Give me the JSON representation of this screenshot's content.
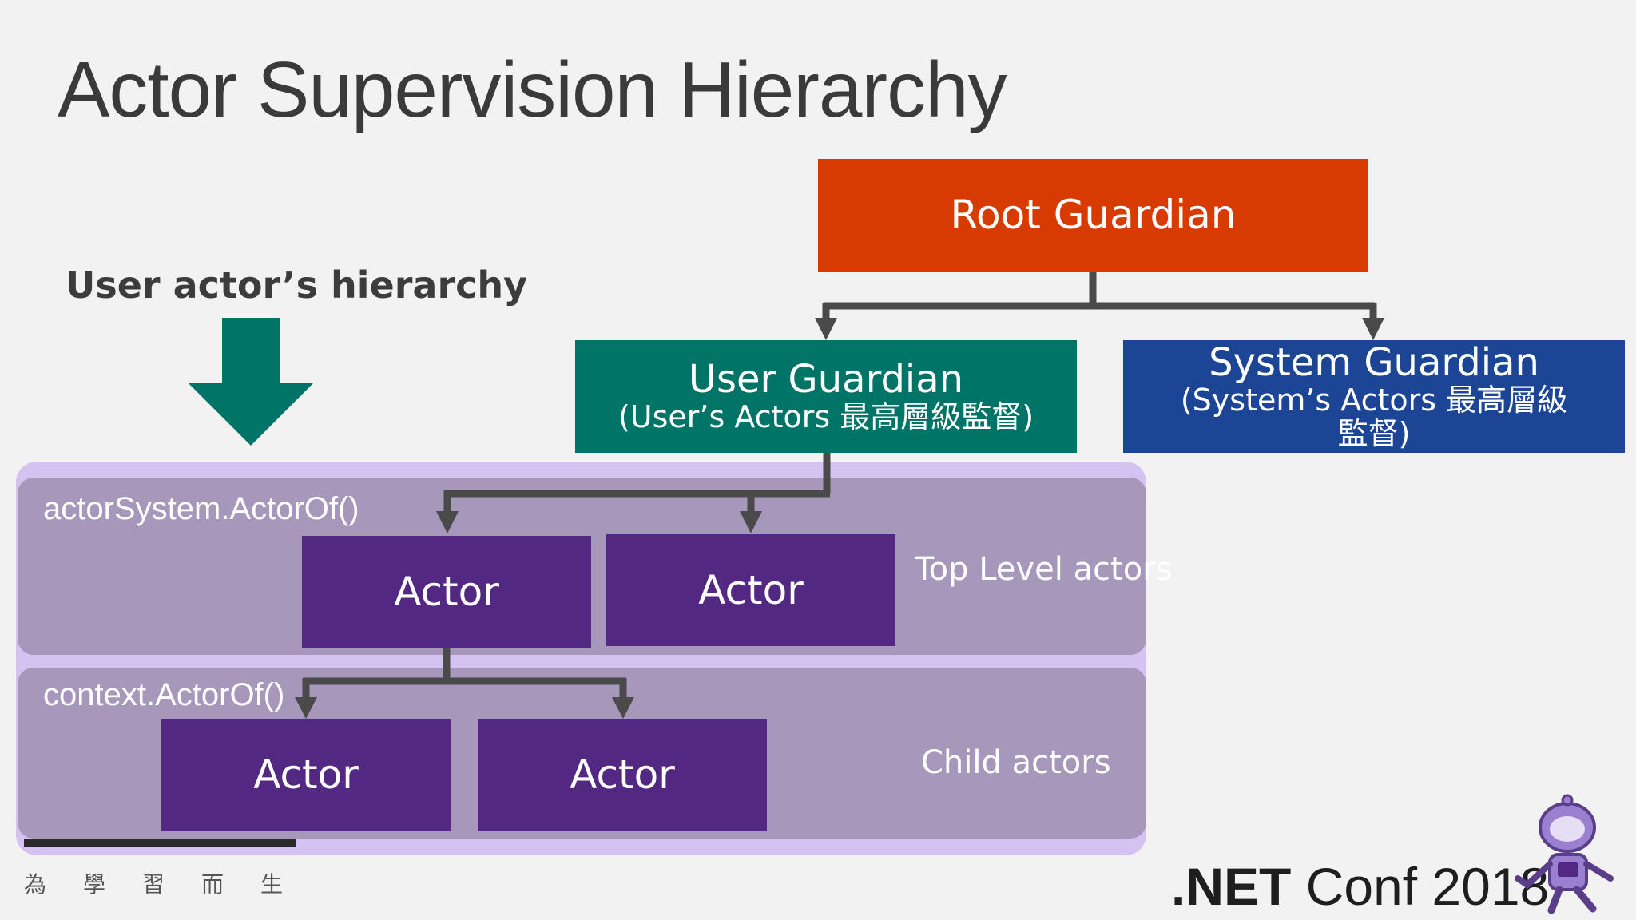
{
  "slide": {
    "title": "Actor Supervision Hierarchy",
    "subtitle": "User actor’s hierarchy"
  },
  "nodes": {
    "root": "Root Guardian",
    "user_guardian": {
      "main": "User Guardian",
      "sub": "(User’s Actors 最高層級監督)"
    },
    "system_guardian": {
      "main": "System Guardian",
      "sub": "(System’s Actors 最高層級監督)"
    },
    "actor_label": "Actor"
  },
  "layers": {
    "top": {
      "code": "actorSystem.ActorOf()",
      "label": "Top Level actors"
    },
    "bottom": {
      "code": "context.ActorOf()",
      "label": "Child actors"
    }
  },
  "footer": {
    "watermark": "為學習而生",
    "conf_prefix": ".NET",
    "conf_suffix": " Conf 2018"
  },
  "colors": {
    "root": "#d83b01",
    "user_guardian": "#007567",
    "system_guardian": "#1d4595",
    "actor": "#532882",
    "panel": "#a697bb",
    "panel_outer": "#d4c2f0",
    "down_arrow": "#007567",
    "connector": "#4a4a4a"
  },
  "icons": [
    "down-arrow-icon",
    "dotnet-bot-icon"
  ]
}
